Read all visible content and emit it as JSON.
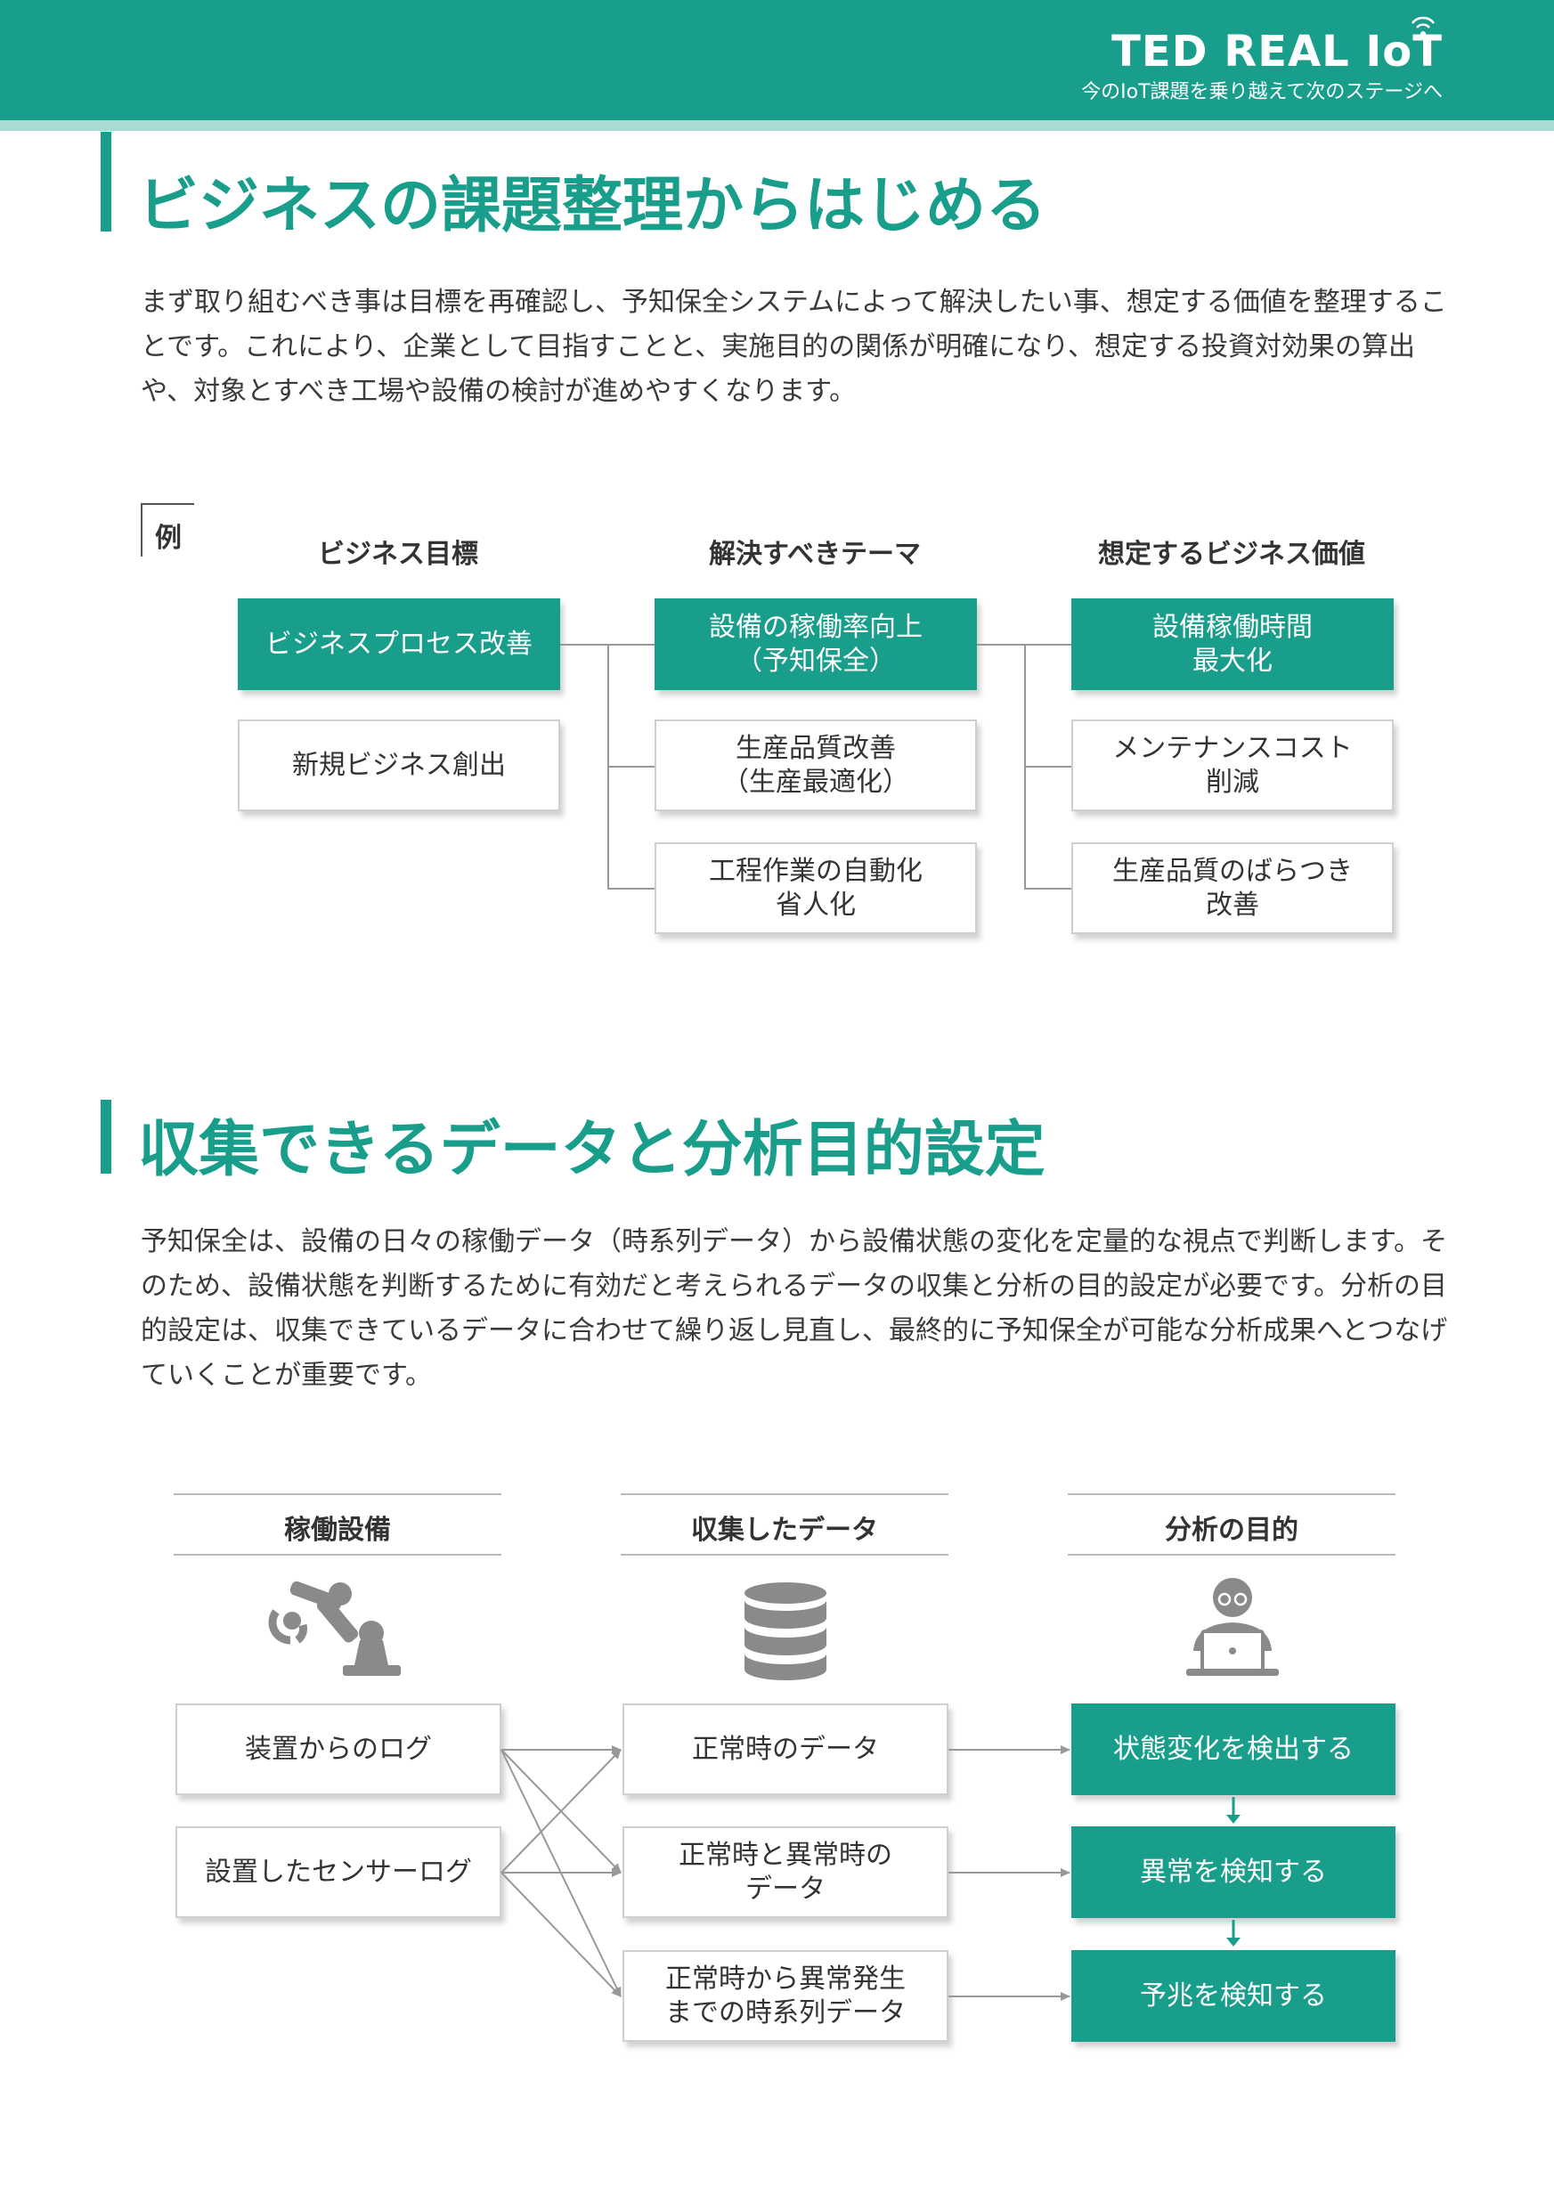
{
  "header": {
    "brand": "TED REAL IoT",
    "tagline": "今のIoT課題を乗り越えて次のステージへ"
  },
  "section1": {
    "title": "ビジネスの課題整理からはじめる",
    "paragraph": "まず取り組むべき事は目標を再確認し、予知保全システムによって解決したい事、想定する価値を整理することです。これにより、企業として目指すことと、実施目的の関係が明確になり、想定する投資対効果の算出や、対象とすべき工場や設備の検討が進めやすくなります。"
  },
  "diagram1": {
    "example_label": "例",
    "col1": {
      "header": "ビジネス目標",
      "items": [
        "ビジネスプロセス改善",
        "新規ビジネス創出"
      ]
    },
    "col2": {
      "header": "解決すべきテーマ",
      "items": [
        "設備の稼働率向上\n（予知保全）",
        "生産品質改善\n（生産最適化）",
        "工程作業の自動化\n省人化"
      ]
    },
    "col3": {
      "header": "想定するビジネス価値",
      "items": [
        "設備稼働時間\n最大化",
        "メンテナンスコスト\n削減",
        "生産品質のばらつき\n改善"
      ]
    }
  },
  "section2": {
    "title": "収集できるデータと分析目的設定",
    "paragraph": "予知保全は、設備の日々の稼働データ（時系列データ）から設備状態の変化を定量的な視点で判断します。そのため、設備状態を判断するために有効だと考えられるデータの収集と分析の目的設定が必要です。分析の目的設定は、収集できているデータに合わせて繰り返し見直し、最終的に予知保全が可能な分析成果へとつなげていくことが重要です。"
  },
  "diagram2": {
    "col1": {
      "header": "稼働設備",
      "icon": "robot-arm-icon",
      "items": [
        "装置からのログ",
        "設置したセンサーログ"
      ]
    },
    "col2": {
      "header": "収集したデータ",
      "icon": "database-icon",
      "items": [
        "正常時のデータ",
        "正常時と異常時の\nデータ",
        "正常時から異常発生\nまでの時系列データ"
      ]
    },
    "col3": {
      "header": "分析の目的",
      "icon": "analyst-laptop-icon",
      "items": [
        "状態変化を検出する",
        "異常を検知する",
        "予兆を検知する"
      ]
    }
  },
  "colors": {
    "accent": "#1a9e8c",
    "accent_light": "#a8dcd3",
    "text": "#333333",
    "connector": "#999999",
    "icon_gray": "#8a8a8a"
  }
}
